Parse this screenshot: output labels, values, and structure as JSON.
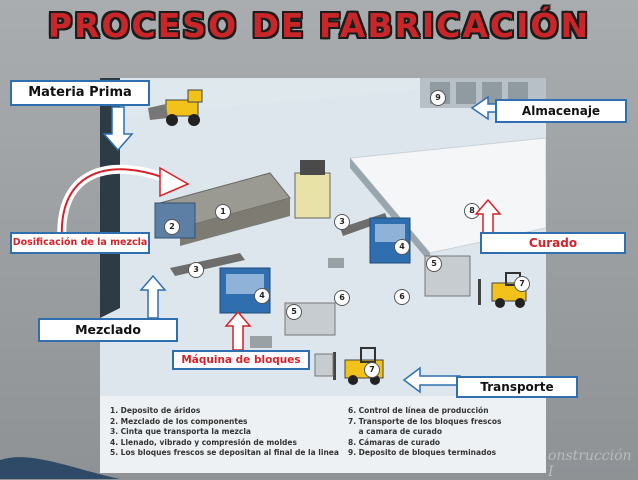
{
  "title": "PROCESO DE FABRICACIÓN",
  "labels": {
    "materia_prima": "Materia Prima",
    "almacenaje": "Almacenaje",
    "dosificacion": "Dosificación de la mezcla",
    "curado": "Curado",
    "mezclado": "Mezclado",
    "maquina": "Máquina de bloques",
    "transporte": "Transporte"
  },
  "legend_left": [
    "1. Deposito de áridos",
    "2. Mezclado de los componentes",
    "3. Cinta que transporta la mezcla",
    "4. Llenado, vibrado y compresión de moldes",
    "5. Los bloques frescos se depositan al final de la linea"
  ],
  "legend_right": [
    "6. Control de línea de producción",
    "7. Transporte de los bloques frescos",
    "    a camara de curado",
    "8. Cámaras de curado",
    "9. Deposito de bloques terminados"
  ],
  "numbers": [
    "1",
    "2",
    "3",
    "3",
    "4",
    "4",
    "5",
    "5",
    "6",
    "6",
    "7",
    "7",
    "8",
    "9"
  ],
  "watermark": "onstrucción I",
  "colors": {
    "title_red": "#c9262a",
    "label_border": "#2f6fb0",
    "arrow_fill": "#ffffff",
    "accent_red": "#d62128",
    "machine_blue": "#2f6fb0",
    "loader_yellow": "#f2c21b"
  }
}
